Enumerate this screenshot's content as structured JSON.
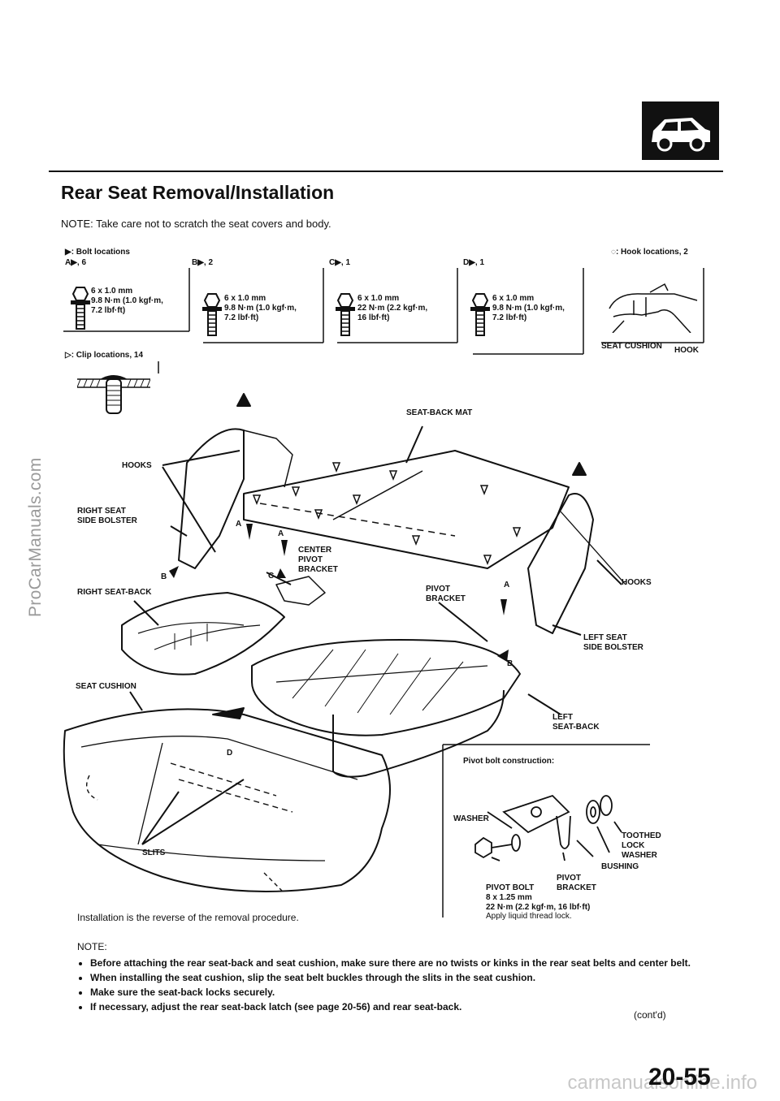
{
  "watermark": "ProCarManuals.com",
  "bottom_watermark": "carmanualsonline.info",
  "header": {
    "icon": "car-icon"
  },
  "title": "Rear Seat Removal/Installation",
  "note_top": "NOTE: Take care not to scratch the seat covers and body.",
  "legend": {
    "bolt_locations": "▶: Bolt locations",
    "hook_locations": "◌: Hook locations, 2",
    "clip_locations": "▷: Clip locations, 14"
  },
  "bolts": [
    {
      "id": "A▶, 6",
      "size": "6 x 1.0 mm",
      "torque1": "9.8 N·m (1.0 kgf·m,",
      "torque2": "7.2 lbf·ft)"
    },
    {
      "id": "B▶, 2",
      "size": "6 x 1.0 mm",
      "torque1": "9.8 N·m (1.0 kgf·m,",
      "torque2": "7.2 lbf·ft)"
    },
    {
      "id": "C▶, 1",
      "size": "6 x 1.0 mm",
      "torque1": "22 N·m (2.2 kgf·m,",
      "torque2": "16 lbf·ft)"
    },
    {
      "id": "D▶, 1",
      "size": "6 x 1.0 mm",
      "torque1": "9.8 N·m (1.0 kgf·m,",
      "torque2": "7.2 lbf·ft)"
    }
  ],
  "hook_detail": {
    "seat_cushion": "SEAT CUSHION",
    "hook": "HOOK"
  },
  "labels": {
    "seat_back_mat": "SEAT-BACK MAT",
    "hooks_left": "HOOKS",
    "right_seat_side_bolster": [
      "RIGHT SEAT",
      "SIDE BOLSTER"
    ],
    "right_seat_back": "RIGHT SEAT-BACK",
    "center_pivot_bracket": [
      "CENTER",
      "PIVOT",
      "BRACKET"
    ],
    "pivot_bracket": [
      "PIVOT",
      "BRACKET"
    ],
    "hooks_right": "HOOKS",
    "left_seat_side_bolster": [
      "LEFT SEAT",
      "SIDE BOLSTER"
    ],
    "seat_cushion": "SEAT CUSHION",
    "left_seat_back": [
      "LEFT",
      "SEAT-BACK"
    ],
    "slits": "SLITS",
    "letters": {
      "a": "A",
      "b": "B",
      "c": "C",
      "d": "D"
    }
  },
  "pivot_detail": {
    "heading": "Pivot bolt construction:",
    "washer": "WASHER",
    "toothed_lock_washer": [
      "TOOTHED",
      "LOCK",
      "WASHER"
    ],
    "bushing": "BUSHING",
    "pivot_bracket": [
      "PIVOT",
      "BRACKET"
    ],
    "pivot_bolt": "PIVOT BOLT",
    "bolt_size": "8 x 1.25 mm",
    "torque": "22 N·m (2.2 kgf·m, 16 lbf·ft)",
    "apply": "Apply liquid thread lock."
  },
  "install_note": "Installation is the reverse of the removal procedure.",
  "notes": {
    "heading": "NOTE:",
    "items": [
      "Before attaching the rear seat-back and seat cushion, make sure there are no twists or kinks in the rear seat belts and center belt.",
      "When installing the seat cushion, slip the seat belt buckles through the slits in the seat cushion.",
      "Make sure the seat-back locks securely.",
      "If necessary, adjust the rear seat-back latch (see page 20-56) and rear seat-back."
    ]
  },
  "contd": "(cont'd)",
  "page_number": "20-55"
}
